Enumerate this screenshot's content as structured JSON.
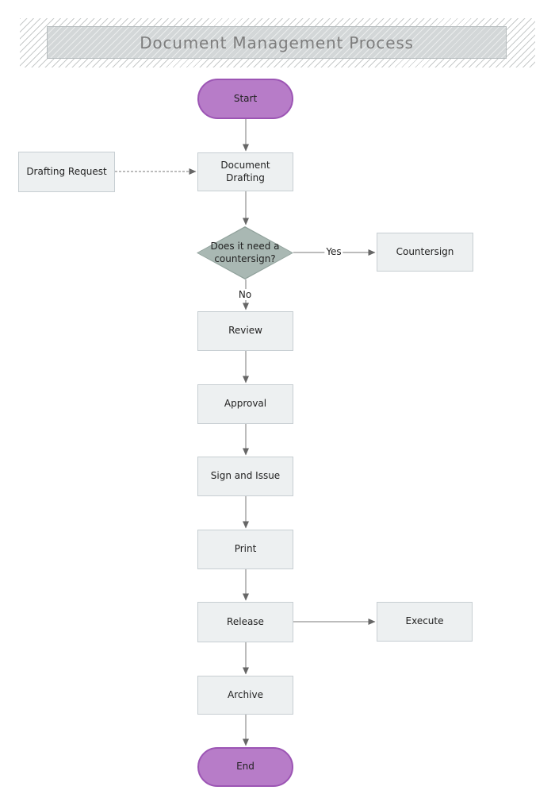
{
  "title": {
    "text": "Document Management Process"
  },
  "flowchart": {
    "nodes": [
      {
        "id": "start",
        "type": "terminator",
        "label": "Start"
      },
      {
        "id": "document-drafting",
        "type": "process",
        "label": "Document Drafting"
      },
      {
        "id": "drafting-request",
        "type": "process",
        "label": "Drafting Request"
      },
      {
        "id": "countersign-decision",
        "type": "decision",
        "label": "Does it need a countersign?"
      },
      {
        "id": "countersign",
        "type": "process",
        "label": "Countersign"
      },
      {
        "id": "review",
        "type": "process",
        "label": "Review"
      },
      {
        "id": "approval",
        "type": "process",
        "label": "Approval"
      },
      {
        "id": "sign-and-issue",
        "type": "process",
        "label": "Sign and Issue"
      },
      {
        "id": "print",
        "type": "process",
        "label": "Print"
      },
      {
        "id": "release",
        "type": "process",
        "label": "Release"
      },
      {
        "id": "execute",
        "type": "process",
        "label": "Execute"
      },
      {
        "id": "archive",
        "type": "process",
        "label": "Archive"
      },
      {
        "id": "end",
        "type": "terminator",
        "label": "End"
      }
    ],
    "edge_labels": {
      "yes": "Yes",
      "no": "No"
    },
    "edges": [
      {
        "from": "start",
        "to": "document-drafting",
        "style": "solid"
      },
      {
        "from": "drafting-request",
        "to": "document-drafting",
        "style": "dashed"
      },
      {
        "from": "document-drafting",
        "to": "countersign-decision",
        "style": "solid"
      },
      {
        "from": "countersign-decision",
        "to": "countersign",
        "style": "solid",
        "label": "Yes"
      },
      {
        "from": "countersign-decision",
        "to": "review",
        "style": "solid",
        "label": "No"
      },
      {
        "from": "review",
        "to": "approval",
        "style": "solid"
      },
      {
        "from": "approval",
        "to": "sign-and-issue",
        "style": "solid"
      },
      {
        "from": "sign-and-issue",
        "to": "print",
        "style": "solid"
      },
      {
        "from": "print",
        "to": "release",
        "style": "solid"
      },
      {
        "from": "release",
        "to": "execute",
        "style": "solid"
      },
      {
        "from": "release",
        "to": "archive",
        "style": "solid"
      },
      {
        "from": "archive",
        "to": "end",
        "style": "solid"
      }
    ],
    "colors": {
      "terminator_fill": "#b77cc8",
      "terminator_border": "#9c55b4",
      "process_fill": "#edf0f1",
      "process_border": "#c7ced2",
      "decision_fill": "#a9b8b3",
      "decision_border": "#8fa09a",
      "connector": "#7a7a7a",
      "title_text": "#7d7d7d",
      "title_box_fill": "#d3d7d8"
    }
  }
}
